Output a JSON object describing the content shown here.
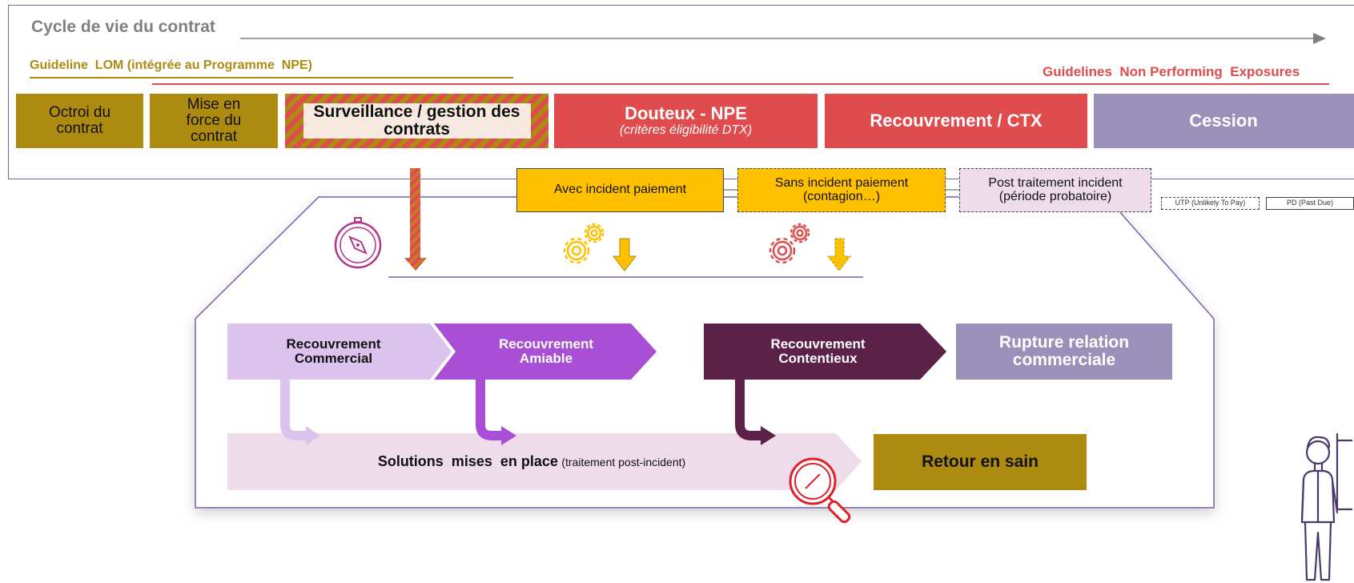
{
  "lifecycle": {
    "title": "Cycle de vie du contrat",
    "guideline_lom": "Guideline  LOM (intégrée au Programme  NPE)",
    "guideline_npe": "Guidelines  Non Performing  Exposures"
  },
  "phases": [
    {
      "label": "Octroi du contrat"
    },
    {
      "label": "Mise en force du contrat"
    },
    {
      "label": "Surveillance / gestion des contrats"
    },
    {
      "label": "Douteux - NPE",
      "sub": "(critères éligibilité DTX)"
    },
    {
      "label": "Recouvrement / CTX"
    },
    {
      "label": "Cession"
    }
  ],
  "incidents": {
    "avec": "Avec incident paiement",
    "sans": "Sans incident paiement (contagion…)",
    "post": "Post traitement incident (période probatoire)",
    "utp": "UTP (Unlikely To Pay)",
    "pd": "PD (Past Due)"
  },
  "recovery": {
    "commercial": "Recouvrement Commercial",
    "amiable": "Recouvrement Amiable",
    "contentieux": "Recouvrement Contentieux",
    "rupture": "Rupture relation commerciale"
  },
  "solutions": {
    "label": "Solutions  mises  en place",
    "detail": "(traitement post-incident)"
  },
  "retour": "Retour en sain",
  "colors": {
    "gold": "#ad8a10",
    "red": "#e04c4e",
    "lavender": "#9b90b9",
    "orange": "#ffc000",
    "purple_light": "#dcc3ee",
    "purple_mid": "#a94fd5",
    "purple_dark": "#5b2148",
    "pink_light": "#eedcea"
  },
  "icons": [
    "compass-icon",
    "gears-icon",
    "magnifier-icon",
    "person-icon"
  ]
}
